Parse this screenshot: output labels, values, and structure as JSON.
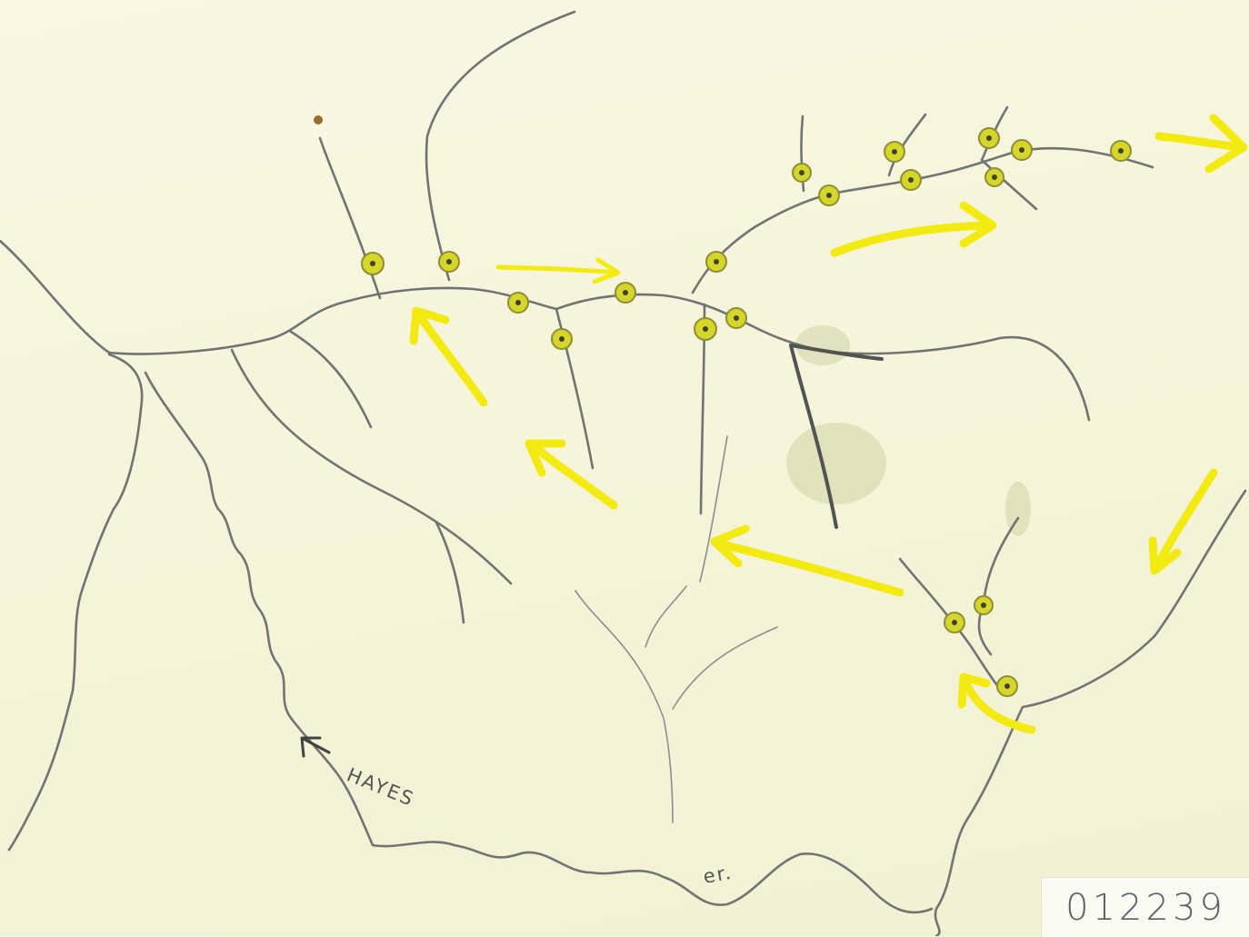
{
  "map": {
    "labels": {
      "river_name": "HAYES",
      "river_abbrev": "er."
    },
    "catalog_number": "012239",
    "colors": {
      "paper": "#f7f5dd",
      "rivers": "#6f7572",
      "flow_arrows": "#f2ea10",
      "sample_sites": "#d6d62a"
    },
    "icons": {
      "flow_arrow": "yellow-arrow-icon",
      "label_pointer": "pointer-arrow-icon",
      "sample_site": "site-dot-icon"
    }
  }
}
